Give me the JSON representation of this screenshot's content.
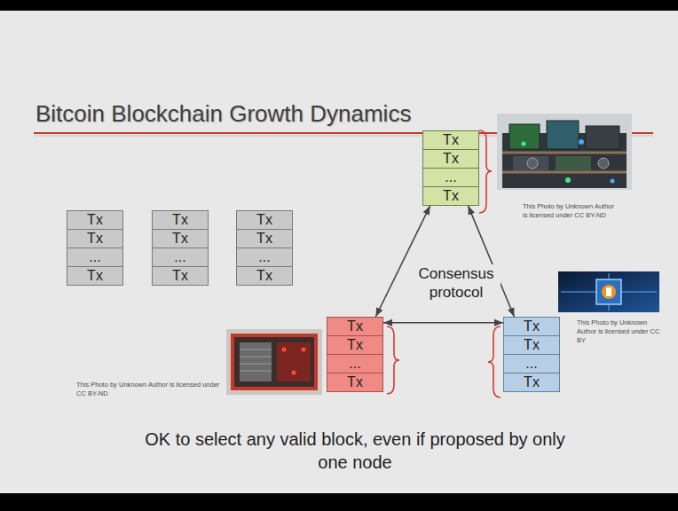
{
  "diagram": {
    "title": "Bitcoin Blockchain Growth Dynamics",
    "caption": "OK to select any valid block, even if proposed by only one node",
    "nodes": [
      {
        "text": [
          "Tx",
          "Tx",
          "...",
          "Tx"
        ]
      },
      {
        "text": [
          "Tx",
          "Tx",
          "...",
          "Tx"
        ]
      },
      {
        "text": [
          "Tx",
          "Tx",
          "...",
          "Tx"
        ]
      },
      {
        "text": [
          "Tx",
          "Tx",
          "...",
          "Tx"
        ]
      },
      {
        "text": [
          "Tx",
          "Tx",
          "...",
          "Tx"
        ]
      },
      {
        "text": [
          "Tx",
          "Tx",
          "...",
          "Tx"
        ]
      }
    ],
    "edges": [
      {
        "from": 0,
        "to": 4,
        "arrow": "both"
      },
      {
        "from": 0,
        "to": 5,
        "arrow": "both"
      },
      {
        "from": 4,
        "to": 5,
        "arrow": "both"
      }
    ],
    "labels": [
      "This Photo by Unknown Author is licensed under CC BY-ND",
      "Consensus protocol",
      "This Photo by Unknown Author is licensed under CC BY",
      "This Photo by Unknown Author is licensed under CC BY-ND"
    ]
  }
}
